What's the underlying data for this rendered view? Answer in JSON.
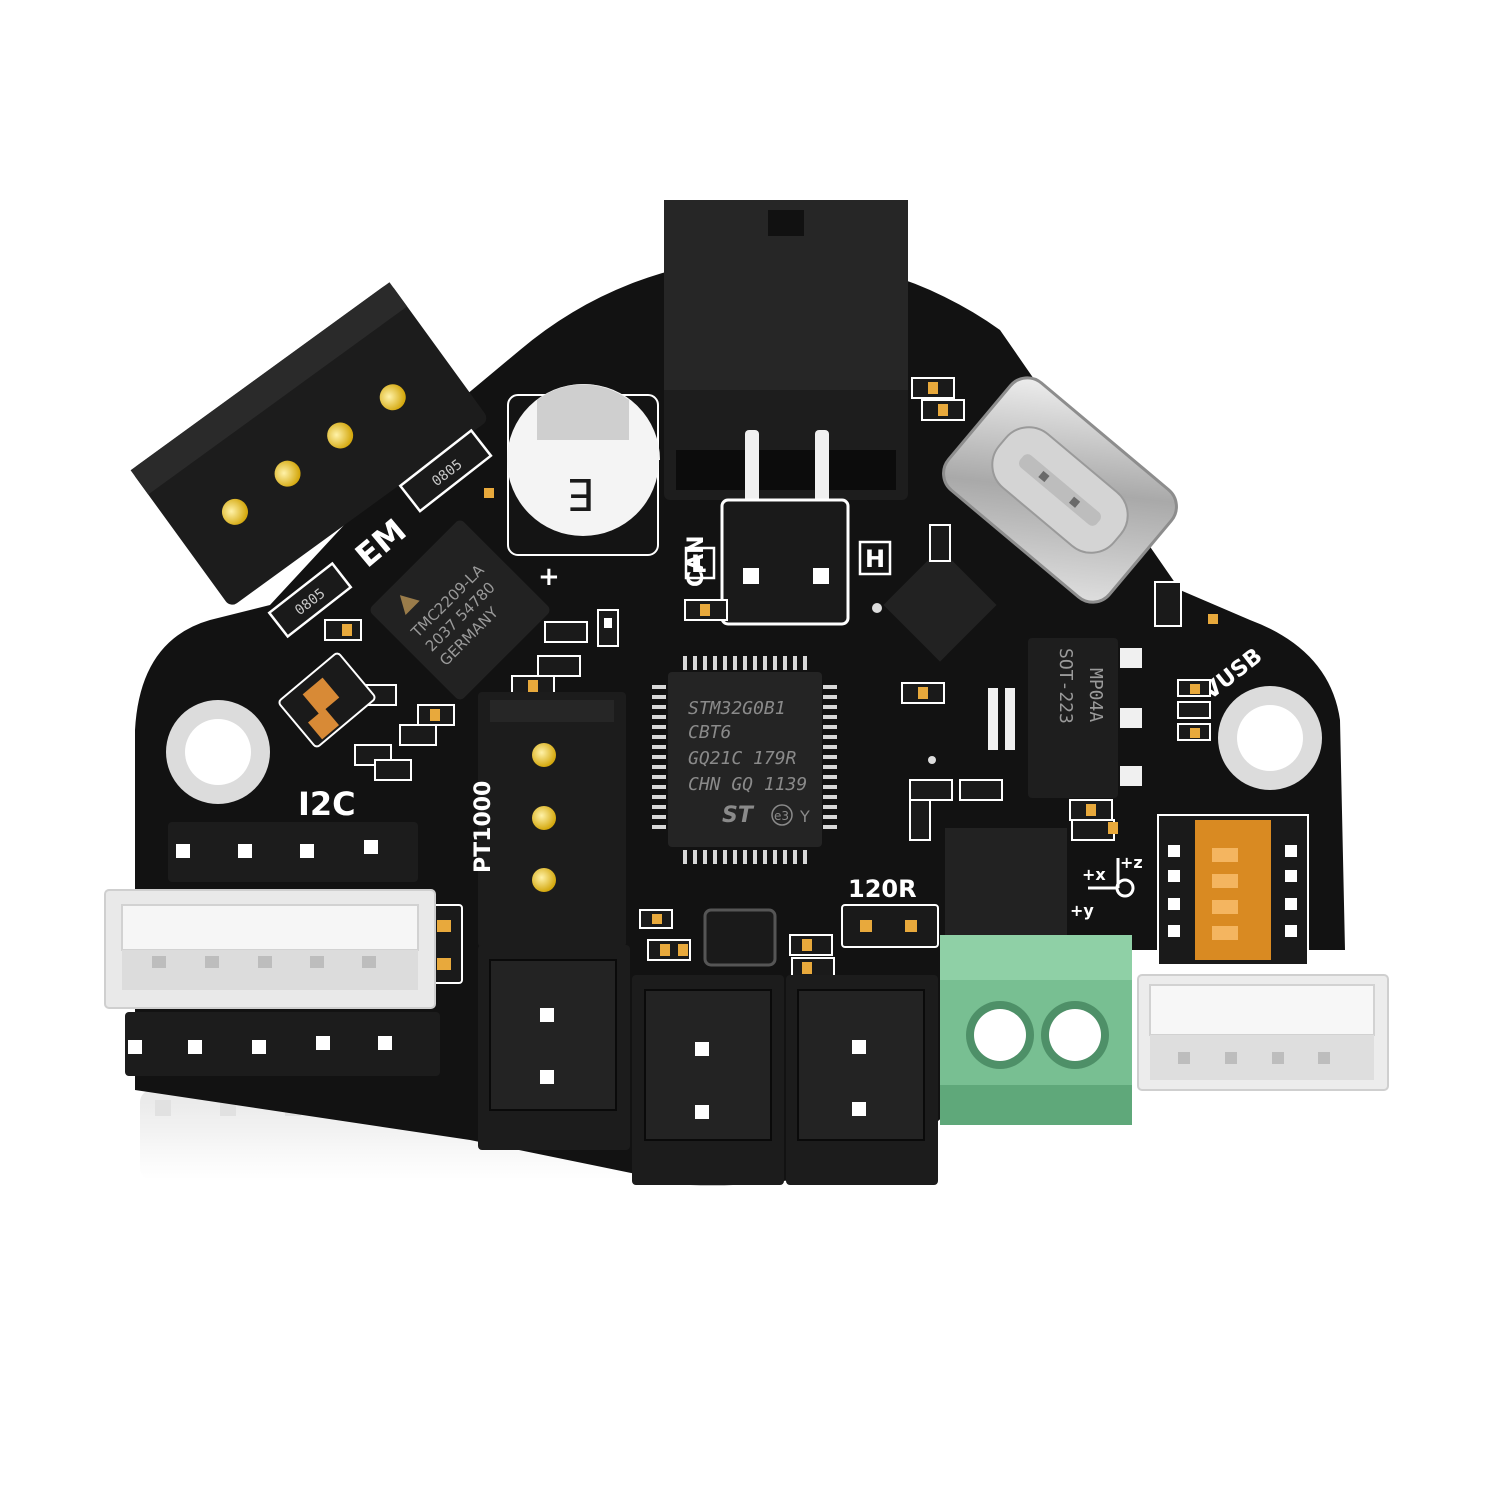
{
  "board": {
    "labels": {
      "i2c": "I2C",
      "pt1000": "PT1000",
      "can": "CAN",
      "can_low": "L",
      "can_high": "H",
      "termination": "120R",
      "vusb": "VUSB",
      "endstop_mark": "EM",
      "cap_plus": "+",
      "cap_mark": "E"
    },
    "mcu": {
      "line1": "STM32G0B1",
      "line2": "CBT6",
      "line3": "GQ21C 179R",
      "line4": "CHN GQ 1139",
      "brand": "ST",
      "code": "e3",
      "suffix": "Y"
    },
    "driver": {
      "line1": "TMC2209-LA",
      "line2": "2037 54780",
      "line3": "GERMANY"
    },
    "regulator": {
      "line1": "SOT-223",
      "line2": "MP04A"
    },
    "resistor_code": "0805",
    "axes": {
      "x": "+x",
      "y": "+y",
      "z": "+z"
    }
  },
  "colors": {
    "pcb": "#111111",
    "silkscreen": "#ffffff",
    "terminal_block": "#7fc79a",
    "dip_switch": "#e08a1e",
    "gold_pin": "#e8c23a",
    "jst_white": "#efefef"
  }
}
